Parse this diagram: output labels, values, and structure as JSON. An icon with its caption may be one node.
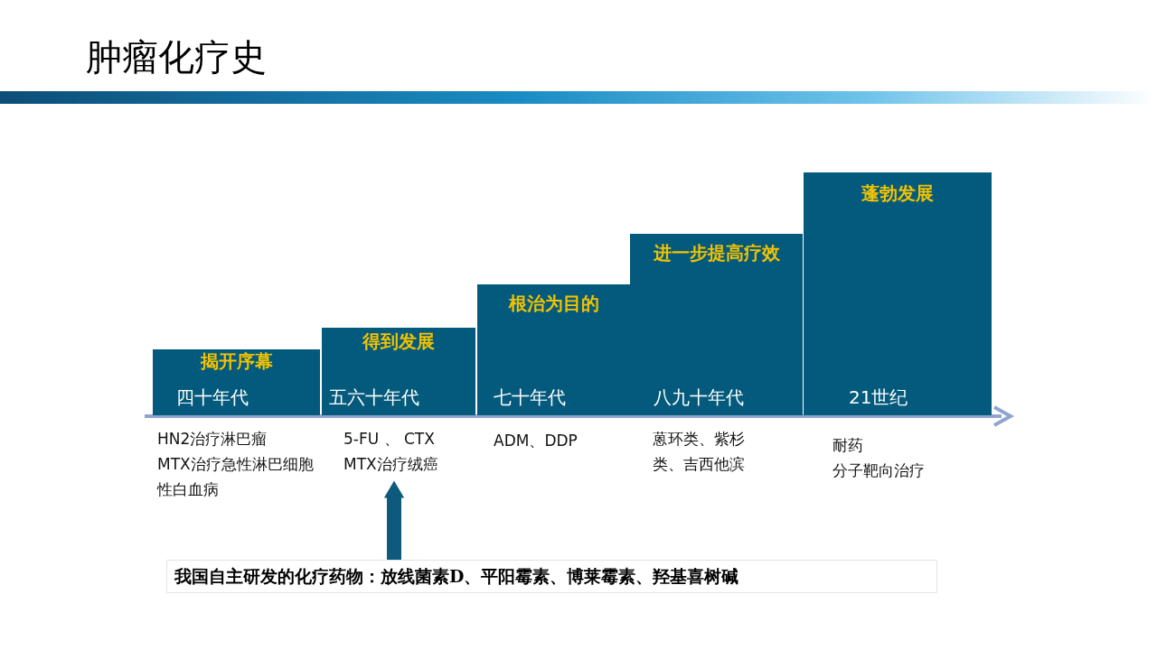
{
  "diagram": {
    "title": "肿瘤化疗史",
    "nodes": [
      {
        "text": [
          "揭开序幕",
          "四十年代"
        ],
        "beside": [
          "HN2治疗淋巴瘤",
          "MTX治疗急性淋巴细胞性白血病"
        ]
      },
      {
        "text": [
          "得到发展",
          "五六十年代"
        ]
      },
      {
        "text": [
          "根治为目的",
          "七十年代"
        ],
        "beside": [
          "ADM、DDP"
        ]
      },
      {
        "text": [
          "进一步提高疗效",
          "八九十年代"
        ],
        "beside": [
          "蒽环类、紫杉类、吉西他滨"
        ]
      },
      {
        "text": [
          "蓬勃发展",
          "21世纪"
        ],
        "beside": [
          "耐药",
          "分子靶向治疗"
        ]
      },
      {
        "text": [
          "我国自主研发的化疗药物：放线菌素D、平阳霉素、博莱霉素、羟基喜树碱"
        ]
      },
      {
        "text": [
          "5-FU 、 CTX",
          "MTX治疗绒癌"
        ]
      }
    ],
    "edges": [
      {
        "from": 5,
        "to": 6,
        "arrow": "to"
      }
    ]
  }
}
